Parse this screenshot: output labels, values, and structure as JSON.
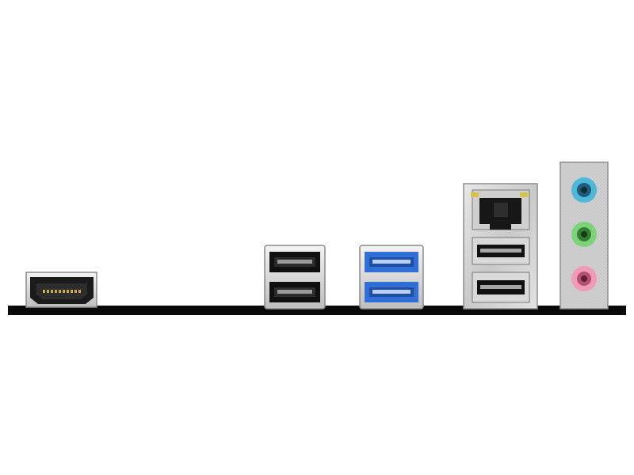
{
  "scene": {
    "subject": "motherboard-rear-io-panel",
    "background_color": "#ffffff",
    "board_edge_color": "#0a0a0a"
  },
  "ports": [
    {
      "type": "hdmi",
      "count": 1
    },
    {
      "type": "usb-2.0-stack",
      "count": 2,
      "color": "#1a1a1a"
    },
    {
      "type": "usb-3.0-stack",
      "count": 2,
      "color": "#2f6fd6"
    },
    {
      "type": "rj45-lan",
      "count": 1
    },
    {
      "type": "usb-under-lan",
      "count": 2
    },
    {
      "type": "audio-jacks",
      "count": 3,
      "colors": [
        "#4fb7d8",
        "#7ed37a",
        "#f09ab8"
      ]
    }
  ]
}
